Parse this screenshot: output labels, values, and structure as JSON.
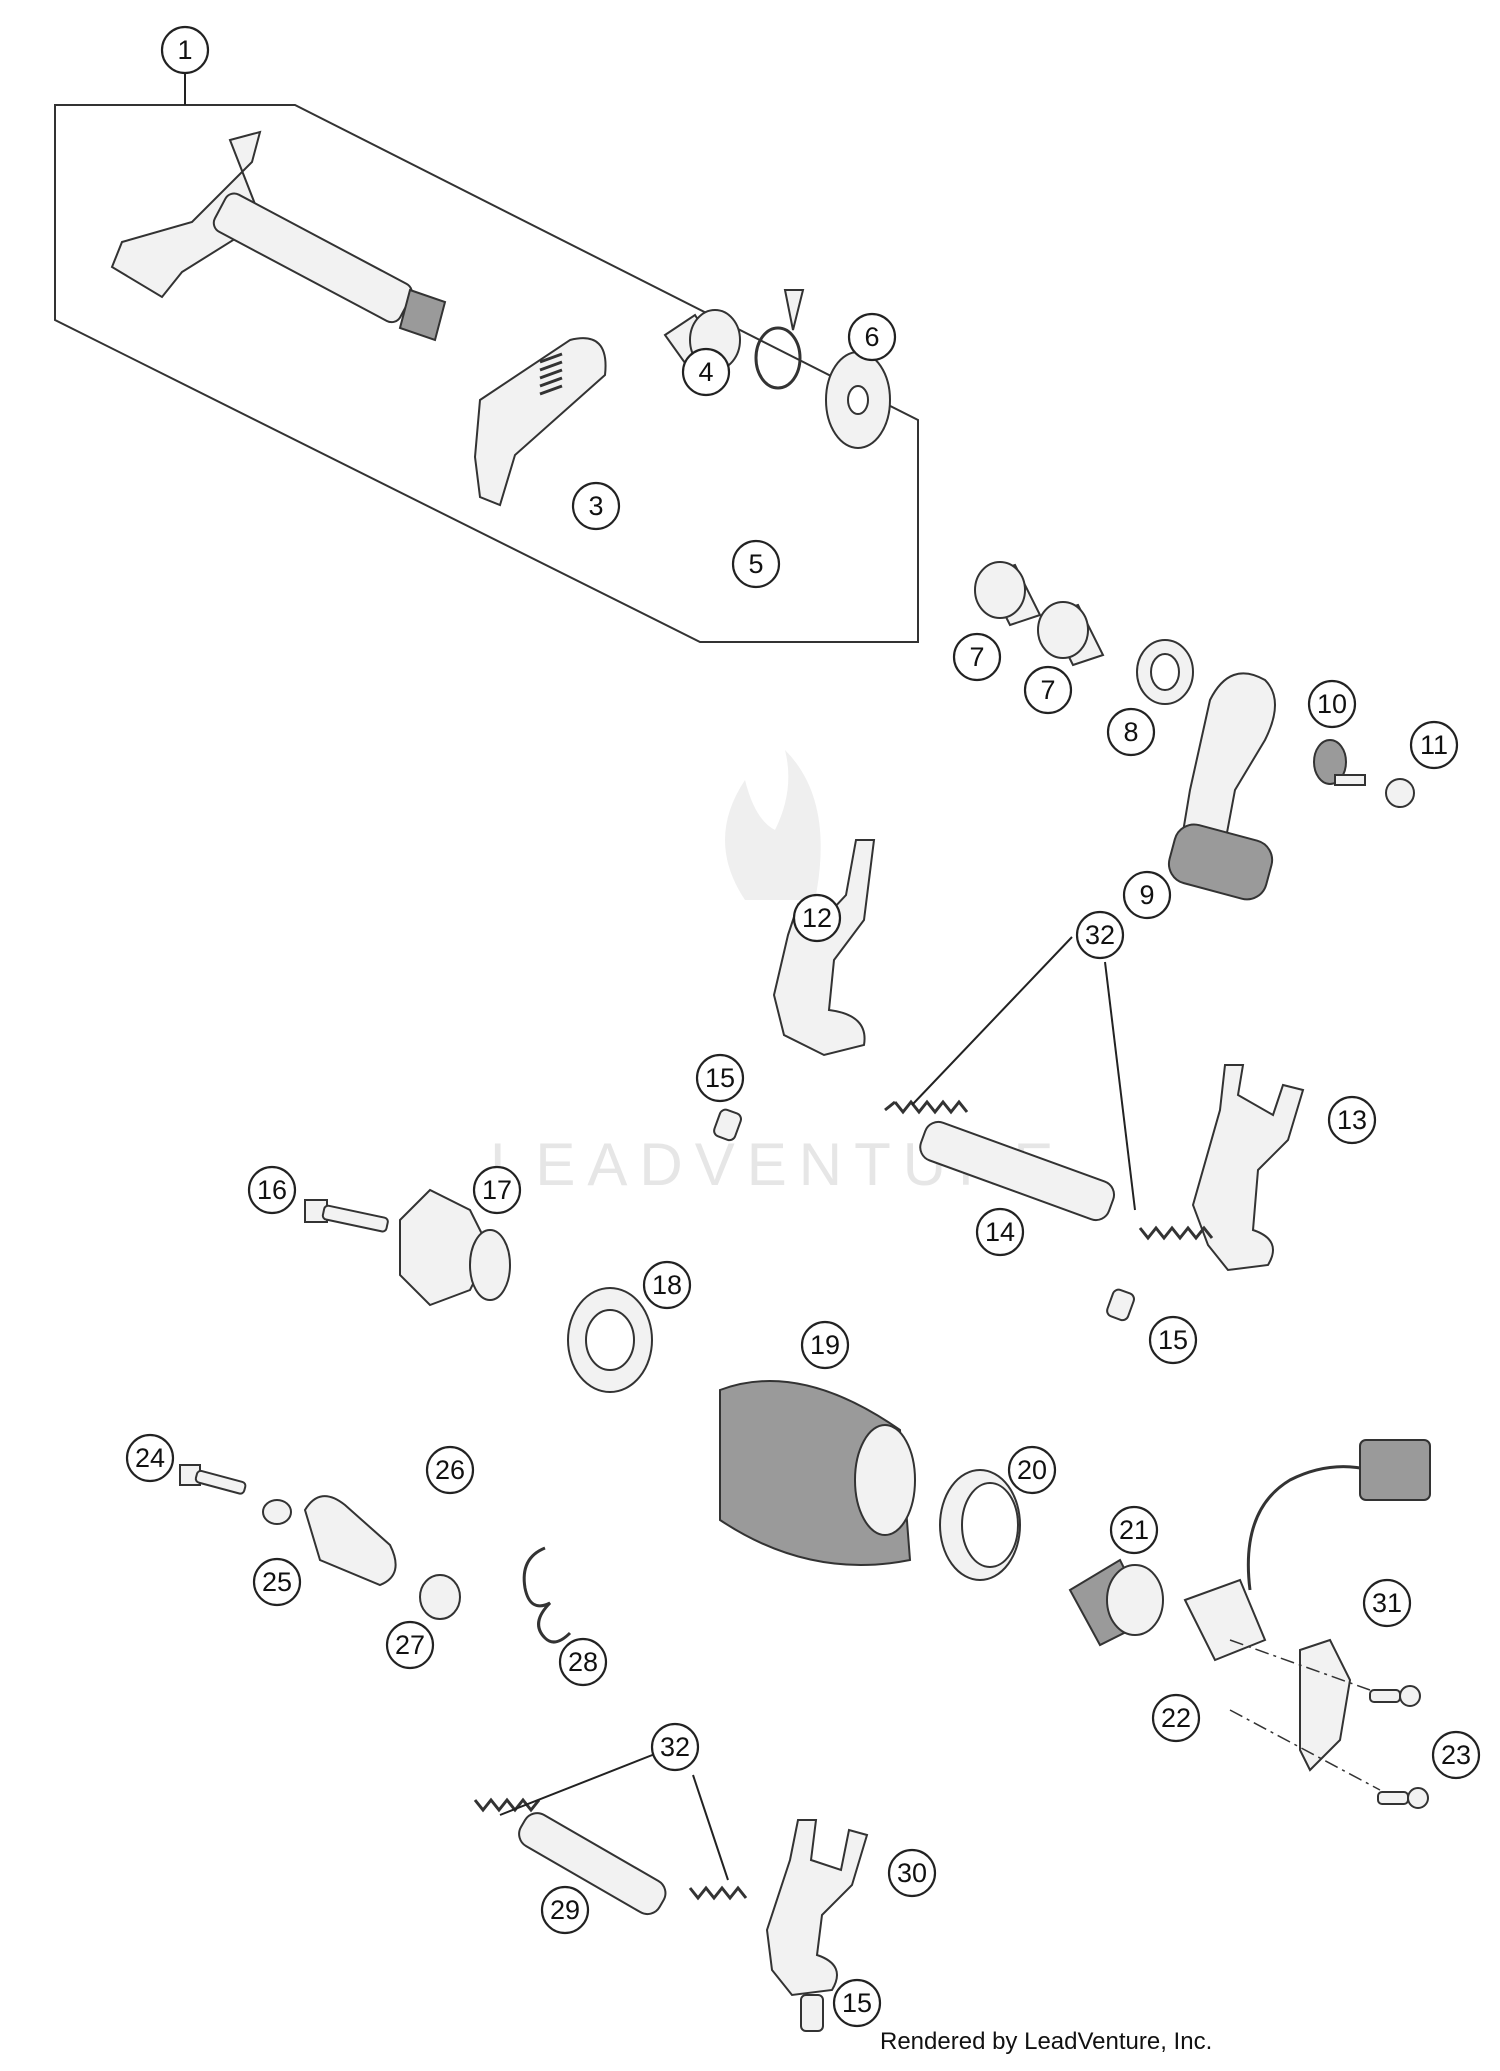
{
  "watermark": "LEADVENTURE",
  "footer_text": "Rendered by LeadVenture, Inc.",
  "callouts": [
    "1",
    "3",
    "4",
    "5",
    "6",
    "7",
    "7",
    "8",
    "9",
    "10",
    "11",
    "12",
    "13",
    "14",
    "15",
    "15",
    "15",
    "16",
    "17",
    "18",
    "19",
    "20",
    "21",
    "22",
    "23",
    "24",
    "25",
    "26",
    "27",
    "28",
    "29",
    "30",
    "31",
    "32",
    "32"
  ]
}
